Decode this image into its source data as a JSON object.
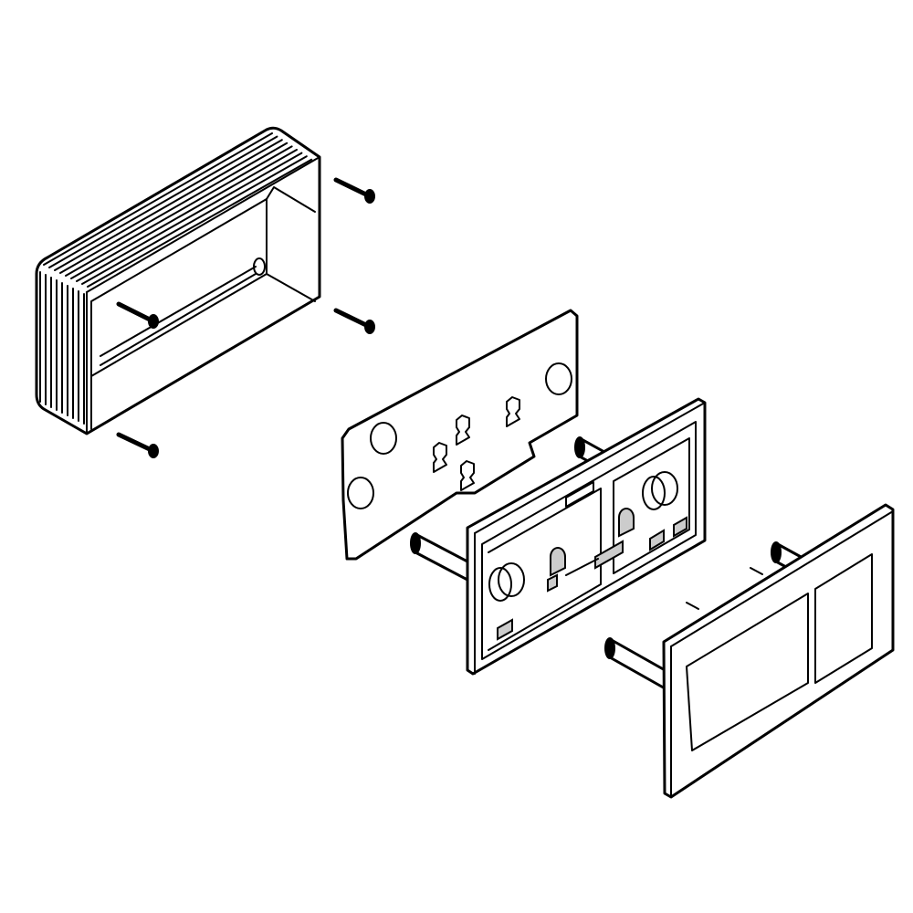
{
  "diagram": {
    "type": "exploded-assembly-drawing",
    "components": [
      "frame-box",
      "screws",
      "mounting-plate",
      "actuator-frame",
      "dual-flush-button-plate"
    ],
    "colors": {
      "line": "#000000",
      "background": "#ffffff",
      "shade": "#cccccc"
    }
  }
}
